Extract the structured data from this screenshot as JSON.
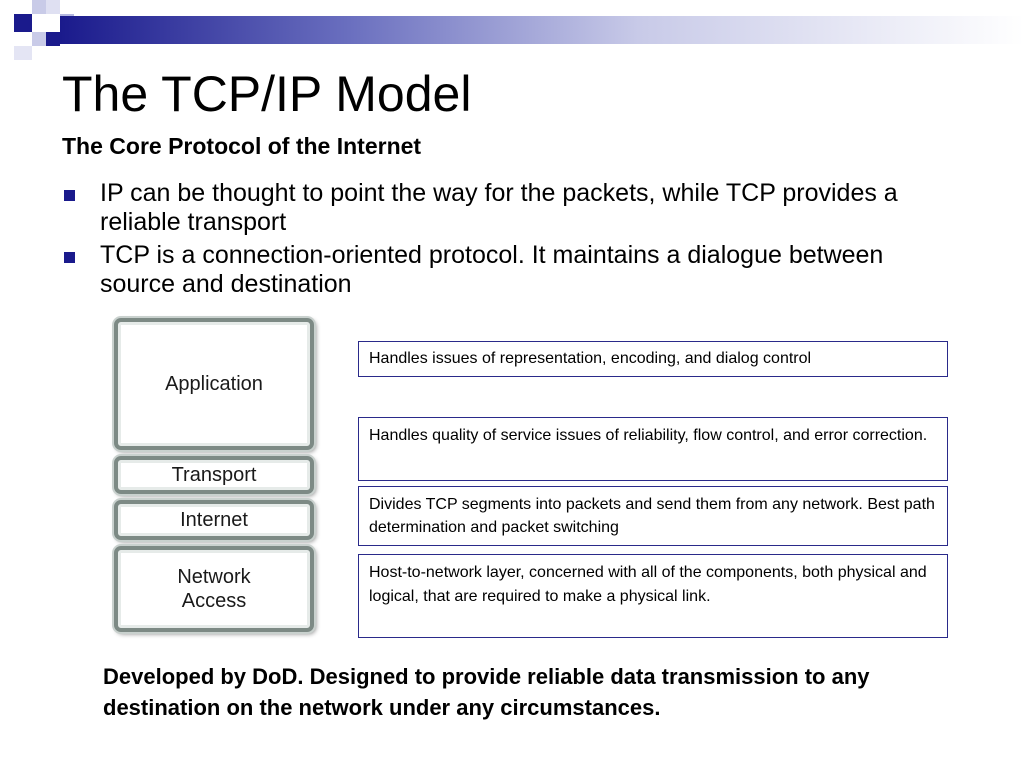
{
  "slide": {
    "title": "The TCP/IP Model",
    "subtitle": "The Core Protocol of the Internet",
    "bullets": [
      "IP can be thought to point the way for the packets, while TCP provides a reliable transport",
      "TCP is a connection-oriented protocol. It maintains a dialogue between source and destination"
    ],
    "layers": [
      "Application",
      "Transport",
      "Internet",
      "Network Access"
    ],
    "descriptions": [
      "Handles issues of representation, encoding, and dialog control",
      "Handles quality of service issues of reliability, flow control, and error correction.",
      "Divides TCP segments into packets and send them from any network. Best path determination and packet switching",
      "Host-to-network layer, concerned with all of the components, both physical and logical, that are required to make a physical link."
    ],
    "footer": "Developed by DoD. Designed to provide reliable data transmission to any destination on the network under any circumstances."
  },
  "colors": {
    "accent_navy": "#1a1a8c",
    "accent_lavender": "#a9aee0",
    "box_border": "#2a2a8a",
    "layer_border": "#7d8a85"
  }
}
